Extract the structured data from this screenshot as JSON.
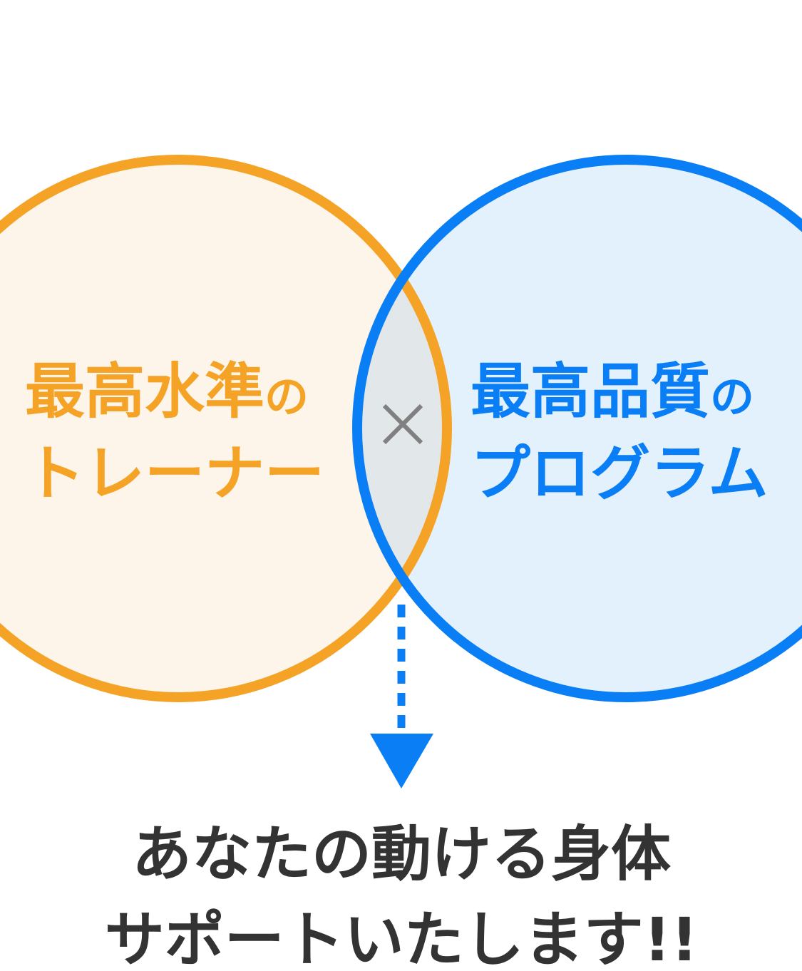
{
  "colors": {
    "orange": "#F4A326",
    "blue": "#0A7EF5",
    "left_fill": "#FDF5E9",
    "right_fill": "#E3F1FD",
    "overlap_fill": "#E2E7EA",
    "cross": "#808080",
    "text_dark": "#333333"
  },
  "left_circle": {
    "line1_main": "最高水準",
    "line1_suffix": "の",
    "line2": "トレーナー"
  },
  "right_circle": {
    "line1_main": "最高品質",
    "line1_suffix": "の",
    "line2": "プログラム"
  },
  "intersection_symbol": "×",
  "result": {
    "line1": "あなたの動ける身体",
    "line2": "サポートいたします!!"
  }
}
